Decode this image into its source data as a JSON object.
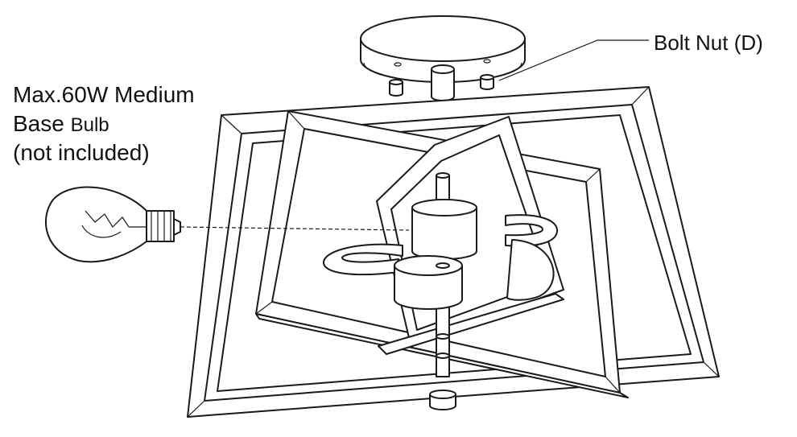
{
  "labels": {
    "bulb_line1": "Max.60W Medium",
    "bulb_line2_a": "Base ",
    "bulb_line2_b": "Bulb",
    "bulb_line3": "(not included)",
    "bolt_nut": "Bolt Nut (D)"
  },
  "colors": {
    "line": "#1a1a1a",
    "background": "#ffffff"
  }
}
